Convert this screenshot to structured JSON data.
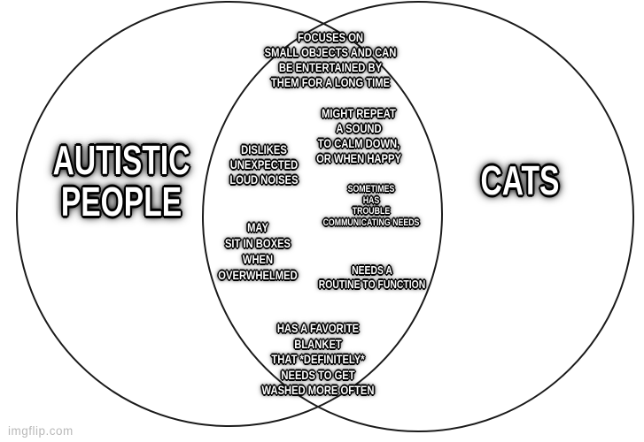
{
  "venn": {
    "stroke_color": "#1b1b1b",
    "text_color": "#ffffff",
    "outline_color": "#000000",
    "left_label": "AUTISTIC\nPEOPLE",
    "right_label": "CATS",
    "intersection_items": [
      {
        "id": "small-objects",
        "text": "FOCUSES ON\nSMALL OBJECTS AND CAN\nBE ENTERTAINED BY\nTHEM FOR A LONG TIME"
      },
      {
        "id": "repeat-sound",
        "text": "MIGHT REPEAT\nA SOUND\nTO CALM DOWN,\nOR WHEN HAPPY"
      },
      {
        "id": "loud-noises",
        "text": "DISLIKES\nUNEXPECTED\nLOUD NOISES"
      },
      {
        "id": "communicating-needs",
        "text": "SOMETIMES\nHAS\nTROUBLE\nCOMMUNICATING NEEDS"
      },
      {
        "id": "sit-in-boxes",
        "text": "MAY\nSIT IN BOXES\nWHEN\nOVERWHELMED"
      },
      {
        "id": "routine",
        "text": "NEEDS A\nROUTINE TO FUNCTION"
      },
      {
        "id": "favorite-blanket",
        "text": "HAS A FAVORITE\nBLANKET\nTHAT *DEFINITELY*\nNEEDS TO GET\nWASHED MORE OFTEN"
      }
    ]
  },
  "watermark": {
    "text": "imgflip.com",
    "color": "#b9b9b9"
  }
}
